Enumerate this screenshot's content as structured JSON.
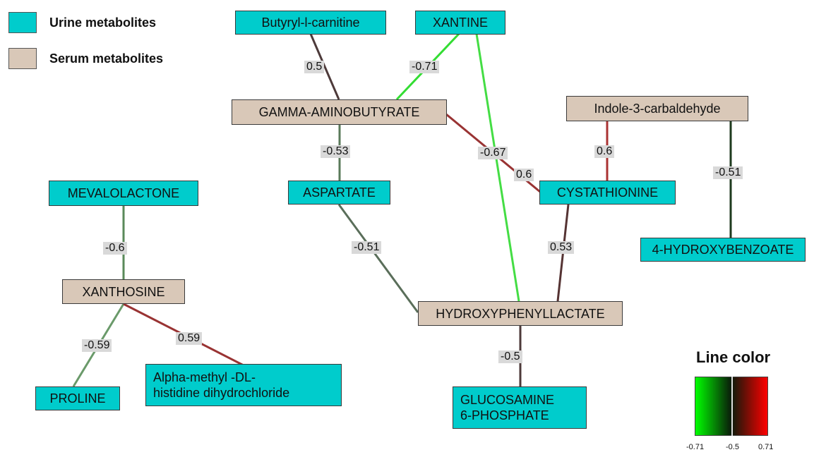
{
  "legend": {
    "urine_label": "Urine metabolites",
    "serum_label": "Serum metabolites",
    "urine_color": "#00cccc",
    "serum_color": "#d9c8b8"
  },
  "colorbar": {
    "title": "Line color",
    "min_label": "-0.71",
    "mid_label": "-0.5",
    "max_label": "0.71",
    "min_color": "#00ff00",
    "mid_color": "#0a1a0a",
    "max_color": "#ff0000"
  },
  "nodes": {
    "butyryl": {
      "lines": [
        "Butyryl-l-carnitine"
      ],
      "type": "urine"
    },
    "xantine": {
      "lines": [
        "XANTINE"
      ],
      "type": "urine"
    },
    "gaba": {
      "lines": [
        "GAMMA-AMINOBUTYRATE"
      ],
      "type": "serum"
    },
    "indole": {
      "lines": [
        "Indole-3-carbaldehyde"
      ],
      "type": "serum"
    },
    "mevalolactone": {
      "lines": [
        "MEVALOLACTONE"
      ],
      "type": "urine"
    },
    "aspartate": {
      "lines": [
        "ASPARTATE"
      ],
      "type": "urine"
    },
    "cystathionine": {
      "lines": [
        "CYSTATHIONINE"
      ],
      "type": "urine"
    },
    "hydroxybenzoate": {
      "lines": [
        "4-HYDROXYBENZOATE"
      ],
      "type": "urine"
    },
    "xanthosine": {
      "lines": [
        "XANTHOSINE"
      ],
      "type": "serum"
    },
    "hydroxyphenyllactate": {
      "lines": [
        "HYDROXYPHENYLLACTATE"
      ],
      "type": "serum"
    },
    "proline": {
      "lines": [
        "PROLINE"
      ],
      "type": "urine"
    },
    "alphamethyl": {
      "lines": [
        "Alpha-methyl -DL-",
        "histidine dihydrochloride"
      ],
      "type": "urine"
    },
    "glucosamine": {
      "lines": [
        "GLUCOSAMINE",
        "6-PHOSPHATE"
      ],
      "type": "urine"
    }
  },
  "edges": [
    {
      "from": "butyryl",
      "to": "gaba",
      "label": "0.5",
      "color": "#4d3a3a"
    },
    {
      "from": "xantine",
      "to": "gaba",
      "label": "-0.71",
      "color": "#33dd33"
    },
    {
      "from": "xantine",
      "to": "hydroxyphenyllactate",
      "label": "",
      "color": "#44dd44"
    },
    {
      "from": "gaba",
      "to": "aspartate",
      "label": "-0.53",
      "color": "#5a7a5a"
    },
    {
      "from": "gaba",
      "to": "cystathionine",
      "label": "-0.67",
      "color": "#993333"
    },
    {
      "from": "gaba_cys_second",
      "to": "",
      "label": "0.6",
      "color": "#993333"
    },
    {
      "from": "indole",
      "to": "cystathionine",
      "label": "0.6",
      "color": "#aa3333"
    },
    {
      "from": "indole",
      "to": "hydroxybenzoate",
      "label": "-0.51",
      "color": "#1e3a1e"
    },
    {
      "from": "mevalolactone",
      "to": "xanthosine",
      "label": "-0.6",
      "color": "#5a8a5a"
    },
    {
      "from": "aspartate",
      "to": "hydroxyphenyllactate",
      "label": "-0.51",
      "color": "#5a6e5a"
    },
    {
      "from": "cystathionine",
      "to": "hydroxyphenyllactate",
      "label": "0.53",
      "color": "#553333"
    },
    {
      "from": "xanthosine",
      "to": "proline",
      "label": "-0.59",
      "color": "#6a9a6a"
    },
    {
      "from": "xanthosine",
      "to": "alphamethyl",
      "label": "0.59",
      "color": "#993333"
    },
    {
      "from": "hydroxyphenyllactate",
      "to": "glucosamine",
      "label": "-0.5",
      "color": "#4d3a3a"
    }
  ]
}
